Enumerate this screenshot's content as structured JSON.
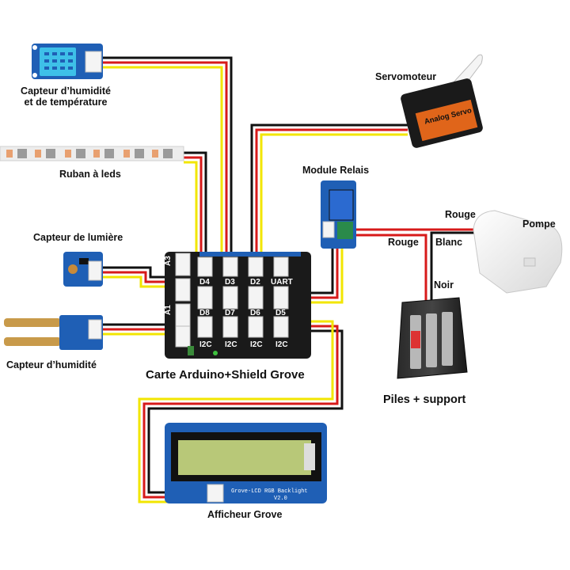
{
  "labels": {
    "humidity_temp_sensor_line1": "Capteur d’humidité",
    "humidity_temp_sensor_line2": "et de température",
    "led_strip": "Ruban à leds",
    "light_sensor": "Capteur de lumière",
    "moisture_sensor": "Capteur d’humidité",
    "arduino_board": "Carte Arduino+Shield Grove",
    "grove_display": "Afficheur Grove",
    "servo": "Servomoteur",
    "relay_module": "Module Relais",
    "pump": "Pompe",
    "batteries": "Piles + support",
    "wire_rouge_1": "Rouge",
    "wire_rouge_2": "Rouge",
    "wire_blanc": "Blanc",
    "wire_noir": "Noir"
  },
  "shield_ports": [
    "D4",
    "D3",
    "D2",
    "UART",
    "D8",
    "D7",
    "D6",
    "D5",
    "I2C",
    "I2C",
    "I2C",
    "I2C",
    "A3",
    "A1"
  ],
  "servo_brand": "Analog Servo",
  "lcd_board_text": "Grove-LCD RGB Backlight",
  "lcd_version": "V2.0",
  "colors": {
    "wire_black": "#111111",
    "wire_red": "#d71a1a",
    "wire_yellow": "#f2e600",
    "pcb_blue": "#1f5fb5",
    "shield_black": "#1a1a1a",
    "grove_white": "#f4f4f4",
    "servo_orange": "#e0651a"
  }
}
